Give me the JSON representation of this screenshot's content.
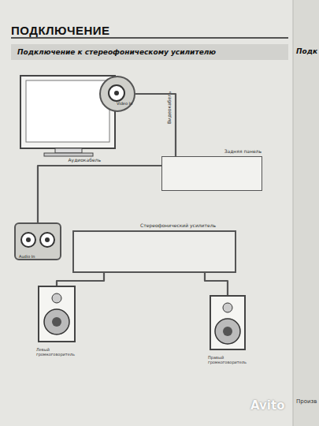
{
  "diagram": {
    "title": "ПОДКЛЮЧЕНИЕ",
    "nodes": [
      {
        "text": [
          "Подключение к стереофоническому усилителю"
        ]
      },
      {
        "text": [
          "Video In"
        ]
      },
      {
        "text": [
          "Audio In"
        ]
      },
      {
        "text": [
          "Задняя панель"
        ]
      },
      {
        "text": [
          "Стереофонический усилитель"
        ]
      },
      {
        "text": [
          "Левый громкоговоритель"
        ]
      },
      {
        "text": [
          "Правый громкоговоритель"
        ]
      }
    ],
    "edges": [
      {
        "from": 1,
        "to": 3,
        "label": "Видеокабель",
        "arrow": "none"
      },
      {
        "from": 3,
        "to": 2,
        "label": "Аудиокабель",
        "arrow": "none"
      },
      {
        "from": 4,
        "to": 5,
        "arrow": "none"
      },
      {
        "from": 4,
        "to": 6,
        "arrow": "none"
      }
    ],
    "labels": [
      "Подк",
      "Произв",
      "Avito"
    ]
  }
}
